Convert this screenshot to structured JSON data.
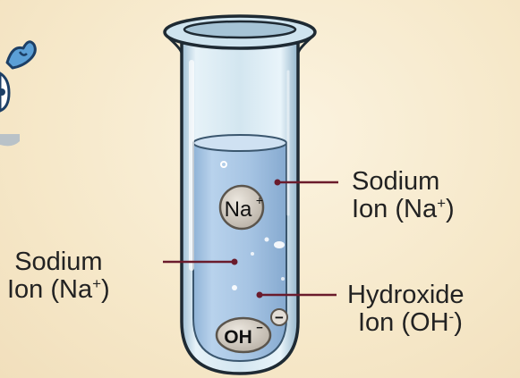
{
  "ions": {
    "na_symbol": "Na",
    "na_charge": "+",
    "oh_symbol": "OH",
    "oh_charge": "−",
    "oh_badge": "−"
  },
  "labels": {
    "top_right": {
      "line1": "Sodium",
      "line2_text": "Ion (Na",
      "line2_charge": "+",
      "line2_end": ")"
    },
    "left": {
      "line1": "Sodium",
      "line2_text": "Ion (Na",
      "line2_charge": "+",
      "line2_end": ")"
    },
    "bottom_right": {
      "line1": "Hydroxide",
      "line2_text": "Ion (OH",
      "line2_charge": "-",
      "line2_end": ")"
    }
  },
  "colors": {
    "tube_glass": "#cfe3ee",
    "solution": "#a9c8e6",
    "leader_line": "#6a1b2c",
    "ion_fill": "#c9c2b8",
    "ion_stroke": "#5b554d"
  }
}
